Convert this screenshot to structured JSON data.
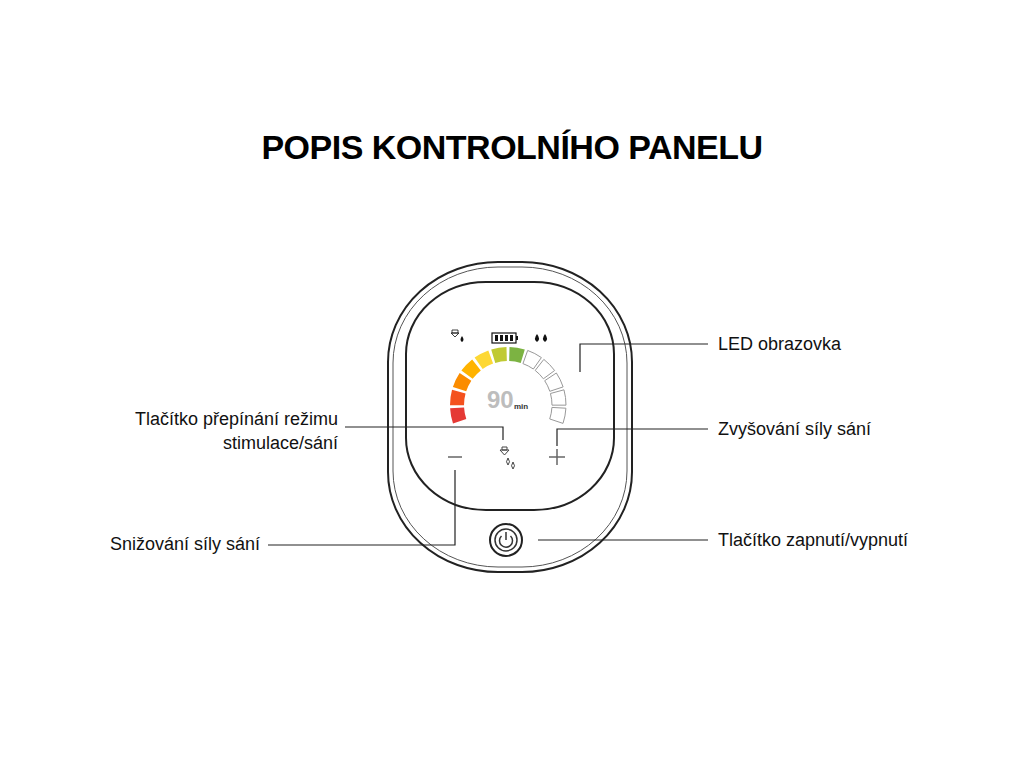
{
  "diagram": {
    "title": "POPIS KONTROLNÍHO PANELU",
    "labels": [
      "LED obrazovka",
      "Tlačítko přepínání režimu stimulace/sání",
      "Zvyšování síly sání",
      "Snižování síly sání",
      "Tlačítko zapnutí/vypnutí",
      "90",
      "min"
    ]
  }
}
